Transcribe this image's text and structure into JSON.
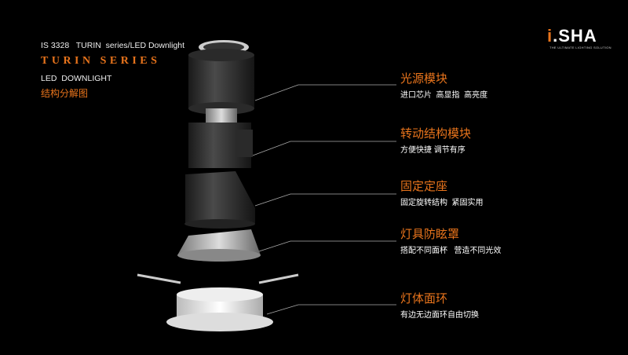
{
  "header": {
    "subtitle": "IS 3328   TURIN  series/LED Downlight",
    "title": "TURIN SERIES",
    "product_type": "LED  DOWNLIGHT",
    "diagram_label": "结构分解图"
  },
  "logo": {
    "text": "i.SHA",
    "tagline": "THE ULTIMATE LIGHTING SOLUTION"
  },
  "components": [
    {
      "name": "光源模块",
      "desc": "进口芯片  高显指  高亮度"
    },
    {
      "name": "转动结构模块",
      "desc": "方便快捷 调节有序"
    },
    {
      "name": "固定定座",
      "desc": "固定旋转结构  紧固实用"
    },
    {
      "name": "灯具防眩罩",
      "desc": "搭配不同面杯   营造不同光效"
    },
    {
      "name": "灯体面环",
      "desc": "有边无边面环自由切换"
    }
  ],
  "colors": {
    "accent": "#e8741c",
    "background": "#000000"
  }
}
